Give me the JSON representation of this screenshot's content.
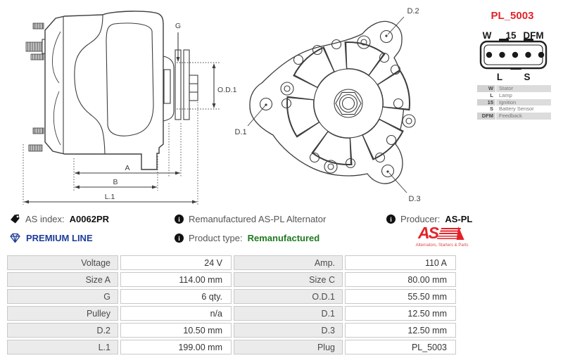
{
  "diagram": {
    "side_view": {
      "labels": {
        "g": "G",
        "od1": "O.D.1",
        "a": "A",
        "b": "B",
        "l1": "L.1"
      }
    },
    "front_view": {
      "labels": {
        "d1": "D.1",
        "d2": "D.2",
        "d3": "D.3"
      }
    },
    "plug": {
      "title": "PL_5003",
      "pin_labels_top": [
        "W",
        "15",
        "DFM"
      ],
      "pin_labels_bottom": [
        "L",
        "S"
      ],
      "legend": [
        {
          "code": "W",
          "desc": "Stator"
        },
        {
          "code": "L",
          "desc": "Lamp"
        },
        {
          "code": "15",
          "desc": "Ignition"
        },
        {
          "code": "S",
          "desc": "Battery Sensor"
        },
        {
          "code": "DFM",
          "desc": "Feedback"
        }
      ]
    }
  },
  "info": {
    "as_index_label": "AS index:",
    "as_index_value": "A0062PR",
    "premium_line": "PREMIUM LINE",
    "description": "Remanufactured AS-PL Alternator",
    "product_type_label": "Product type:",
    "product_type_value": "Remanufactured",
    "producer_label": "Producer:",
    "producer_value": "AS-PL",
    "logo_text": "AS",
    "logo_tagline": "Alternators, Starters & Parts"
  },
  "icons": {
    "info_glyph": "i"
  },
  "colors": {
    "red": "#e32228",
    "blue": "#1e3d98",
    "green": "#1f7a1f"
  },
  "specs": {
    "rows": [
      {
        "label1": "Voltage",
        "value1": "24 V",
        "label2": "Amp.",
        "value2": "110 A"
      },
      {
        "label1": "Size A",
        "value1": "114.00 mm",
        "label2": "Size C",
        "value2": "80.00 mm"
      },
      {
        "label1": "G",
        "value1": "6 qty.",
        "label2": "O.D.1",
        "value2": "55.50 mm"
      },
      {
        "label1": "Pulley",
        "value1": "n/a",
        "label2": "D.1",
        "value2": "12.50 mm"
      },
      {
        "label1": "D.2",
        "value1": "10.50 mm",
        "label2": "D.3",
        "value2": "12.50 mm"
      },
      {
        "label1": "L.1",
        "value1": "199.00 mm",
        "label2": "Plug",
        "value2": "PL_5003"
      }
    ]
  }
}
